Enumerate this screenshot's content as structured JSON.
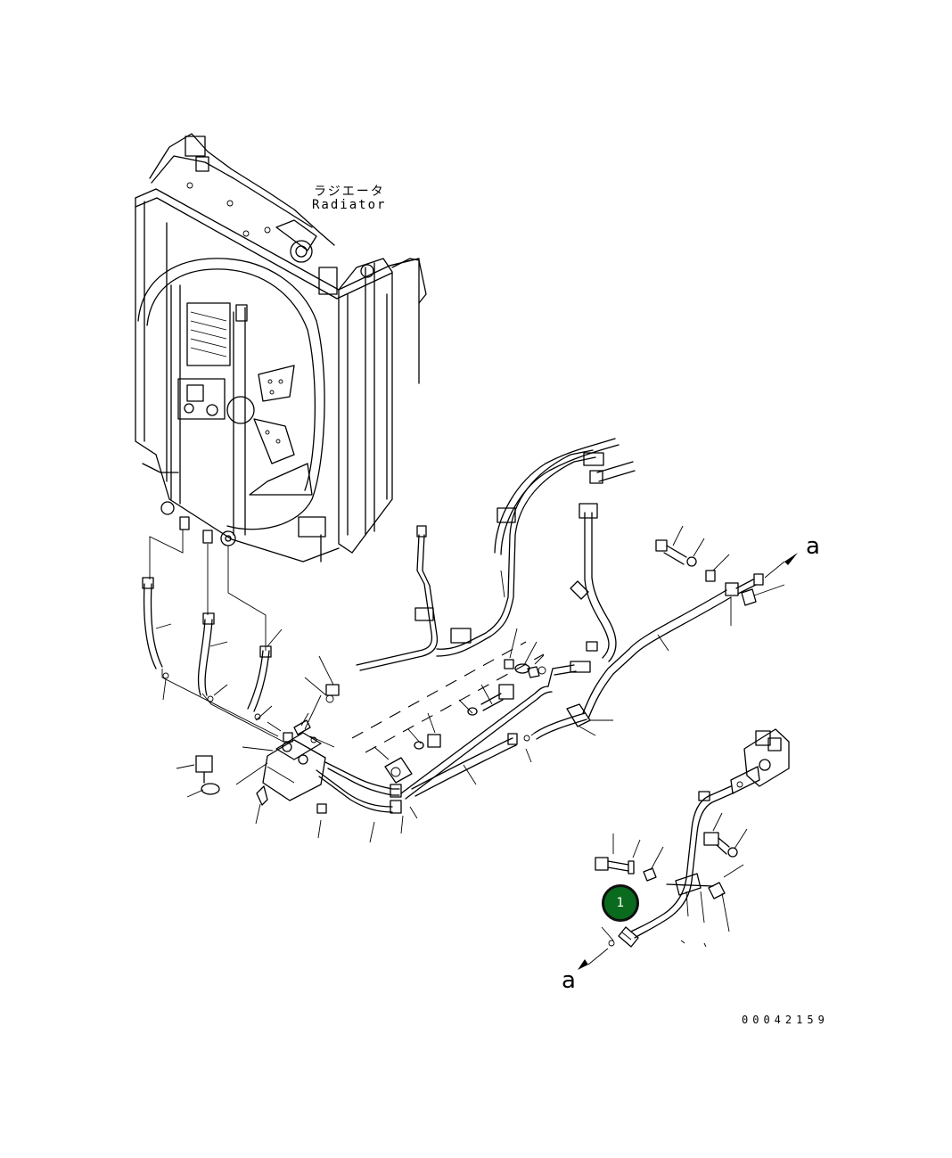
{
  "labels": {
    "radiator_ja": "ラジエータ",
    "radiator_en": "Radiator",
    "arrow_end_top": "a",
    "arrow_end_bottom": "a",
    "drawing_number": "00042159"
  },
  "callout": {
    "number": "1",
    "color": "#0a6b1f"
  }
}
